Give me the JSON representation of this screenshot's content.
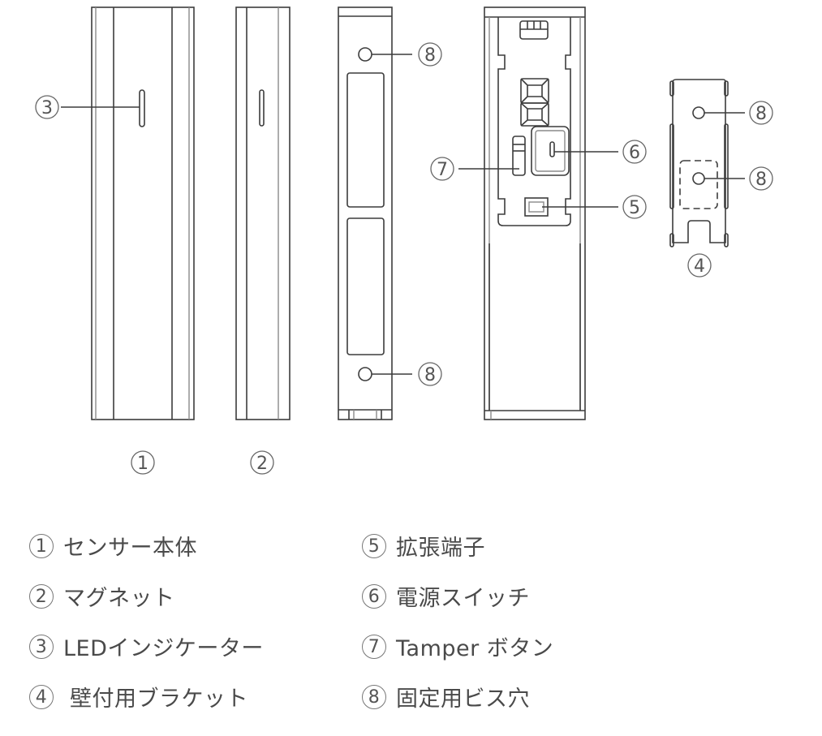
{
  "diagram": {
    "title": "",
    "views": [
      {
        "id": "sensor-front",
        "callout": "1"
      },
      {
        "id": "magnet",
        "callout": "2"
      },
      {
        "id": "sensor-back",
        "callout": ""
      },
      {
        "id": "sensor-open",
        "callout": ""
      },
      {
        "id": "bracket",
        "callout": "4"
      }
    ],
    "callouts": {
      "led": "3",
      "screw_top": "8",
      "screw_bottom": "8",
      "power_switch": "6",
      "tamper": "7",
      "expansion": "5",
      "bracket_screw_top": "8",
      "bracket_screw_bottom": "8",
      "bracket_label": "4",
      "sensor_label": "1",
      "magnet_label": "2"
    }
  },
  "legend": {
    "items": [
      {
        "num": "1",
        "label": "センサー本体"
      },
      {
        "num": "2",
        "label": "マグネット"
      },
      {
        "num": "3",
        "label": "LEDインジケーター"
      },
      {
        "num": "4",
        "label": "壁付用ブラケット"
      },
      {
        "num": "5",
        "label": "拡張端子"
      },
      {
        "num": "6",
        "label": "電源スイッチ"
      },
      {
        "num": "7",
        "label": "Tamper ボタン"
      },
      {
        "num": "8",
        "label": "固定用ビス穴"
      }
    ]
  }
}
